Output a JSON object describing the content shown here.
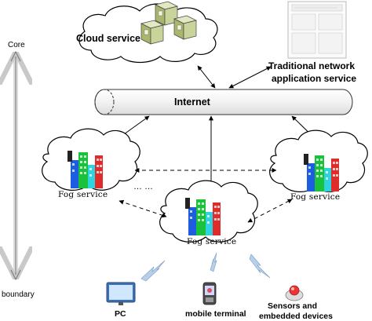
{
  "axis": {
    "top_label": "Core",
    "bottom_label": "boundary"
  },
  "cloud_service": {
    "label": "Cloud service"
  },
  "traditional_service": {
    "label_line1": "Traditional network",
    "label_line2": "application service"
  },
  "internet": {
    "label": "Internet"
  },
  "fog_nodes": {
    "left": {
      "label": "Fog service"
    },
    "right": {
      "label": "Fog service"
    },
    "center": {
      "label": "Fog service"
    }
  },
  "ellipsis": "… …",
  "devices": {
    "pc": {
      "label": "PC",
      "icon": "monitor-icon"
    },
    "mobile": {
      "label": "mobile terminal",
      "icon": "phone-icon"
    },
    "sensors": {
      "label_line1": "Sensors and",
      "label_line2": "embedded devices",
      "icon": "sensor-icon"
    }
  },
  "colors": {
    "cloud_fill": "#ffffff",
    "cloud_stroke": "#000000",
    "server_box": "#c9d49a",
    "building_green": "#19c23a",
    "building_blue": "#1f5de0",
    "building_red": "#e02b2b",
    "building_cyan": "#2fd3e0",
    "wireless": "#8fb3d9"
  }
}
